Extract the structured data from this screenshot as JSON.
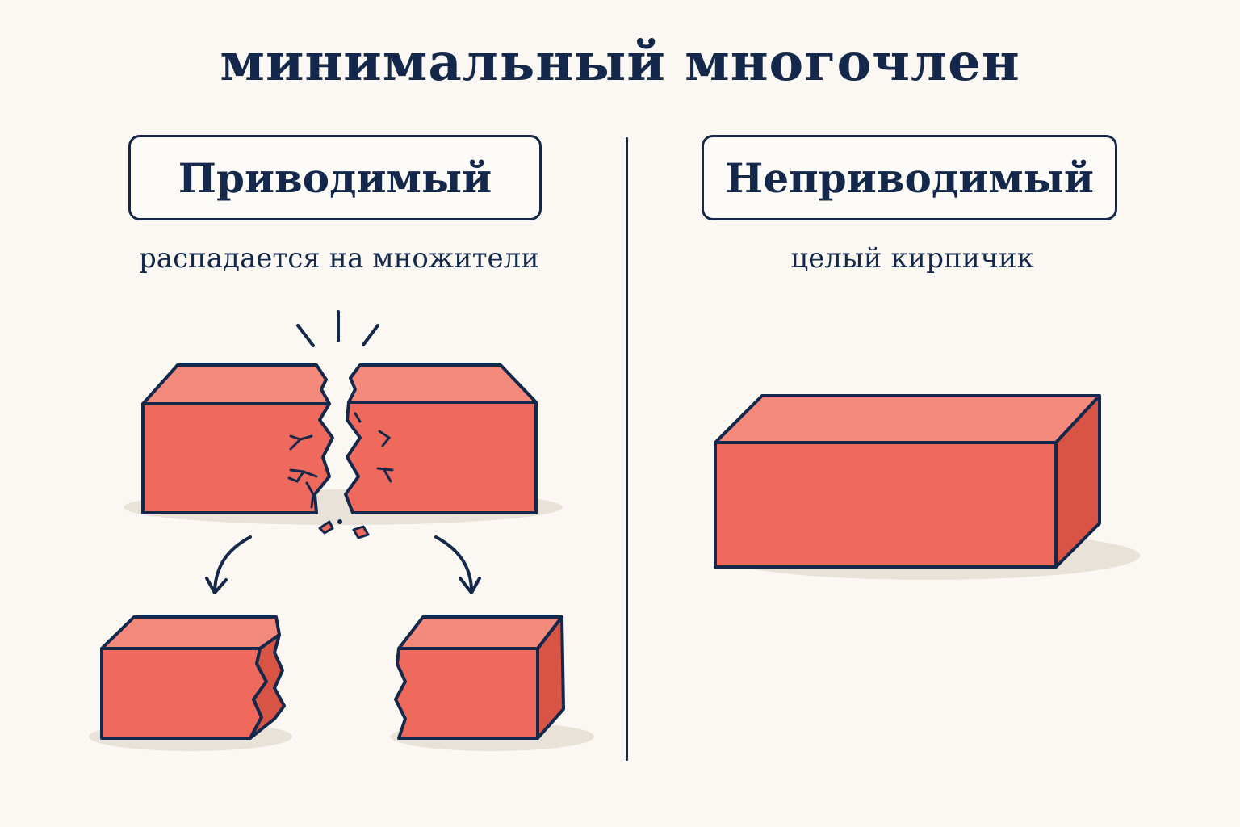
{
  "title": "минимальный многочлен",
  "left": {
    "label": "Приводимый",
    "caption": "распадается на множители",
    "icon": "broken-brick"
  },
  "right": {
    "label": "Неприводимый",
    "caption": "целый кирпичик",
    "icon": "whole-brick"
  },
  "colors": {
    "ink": "#14284b",
    "brick_front": "#ef6a5c",
    "brick_top": "#f48a7b",
    "brick_side": "#d85546",
    "background": "#fbf8f3",
    "shadow": "#e8e2d8"
  }
}
